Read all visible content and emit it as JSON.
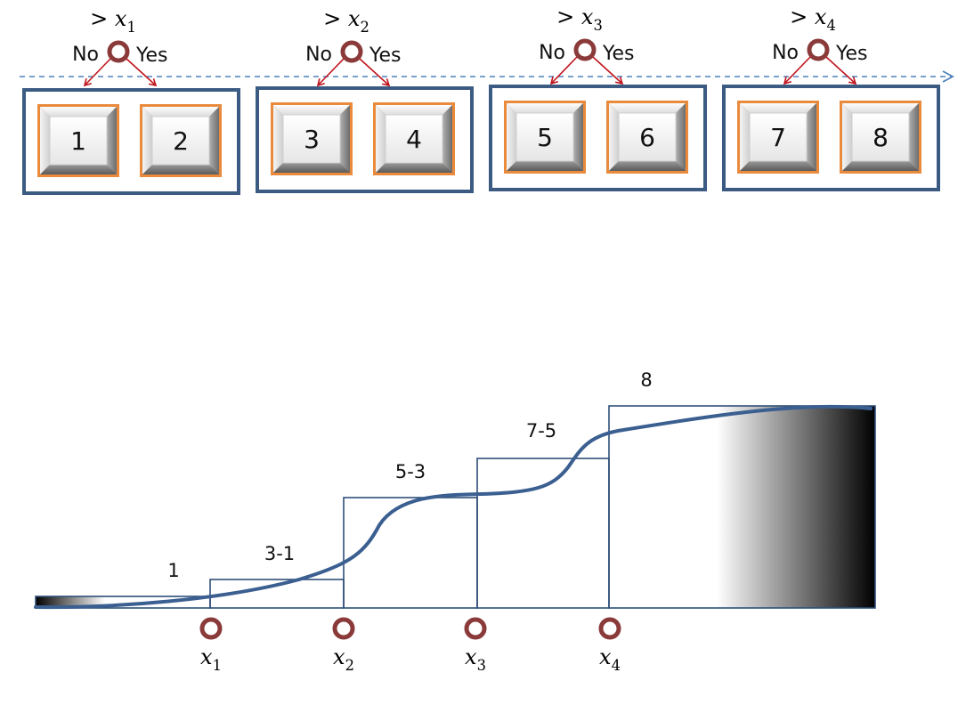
{
  "tree": {
    "nodes": [
      {
        "threshold_op": ">",
        "threshold_var": "x",
        "threshold_sub": "1",
        "no_label": "No",
        "yes_label": "Yes",
        "leaves": [
          "1",
          "2"
        ]
      },
      {
        "threshold_op": ">",
        "threshold_var": "x",
        "threshold_sub": "2",
        "no_label": "No",
        "yes_label": "Yes",
        "leaves": [
          "3",
          "4"
        ]
      },
      {
        "threshold_op": ">",
        "threshold_var": "x",
        "threshold_sub": "3",
        "no_label": "No",
        "yes_label": "Yes",
        "leaves": [
          "5",
          "6"
        ]
      },
      {
        "threshold_op": ">",
        "threshold_var": "x",
        "threshold_sub": "4",
        "no_label": "No",
        "yes_label": "Yes",
        "leaves": [
          "7",
          "8"
        ]
      }
    ]
  },
  "plot": {
    "step_labels": [
      "1",
      "3-1",
      "5-3",
      "7-5",
      "8"
    ],
    "threshold_markers": [
      {
        "var": "x",
        "sub": "1"
      },
      {
        "var": "x",
        "sub": "2"
      },
      {
        "var": "x",
        "sub": "3"
      },
      {
        "var": "x",
        "sub": "4"
      }
    ]
  },
  "colors": {
    "frame": "#3b5b83",
    "node_ring": "#8b3a3a",
    "arrow": "#c0141c",
    "axis_arrow": "#4f81bd",
    "curve": "#3a5f90",
    "tile_orange": "#e98a3c"
  }
}
